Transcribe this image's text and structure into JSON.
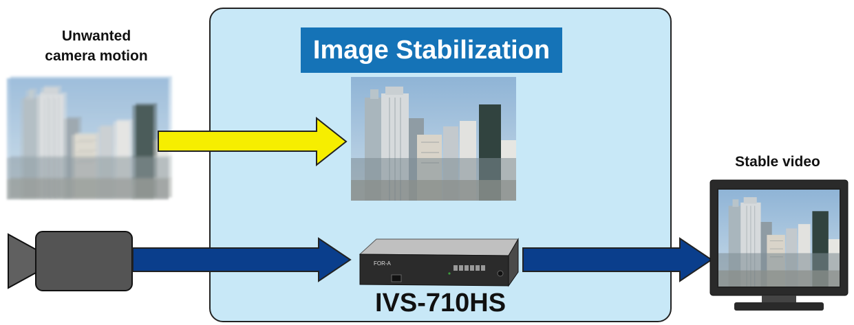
{
  "diagram": {
    "input_label_line1": "Unwanted",
    "input_label_line2": "camera motion",
    "title": "Image Stabilization",
    "output_label": "Stable video",
    "device_model": "IVS-710HS",
    "device_brand": "FOR-A"
  },
  "icons": {
    "camera": "video-camera-icon",
    "device": "processor-box-icon",
    "monitor": "monitor-icon"
  },
  "colors": {
    "panel_fill": "#c8e8f7",
    "title_fill": "#1573b7",
    "yellow_arrow": "#f6ee00",
    "blue_arrow": "#0a3e8c"
  }
}
